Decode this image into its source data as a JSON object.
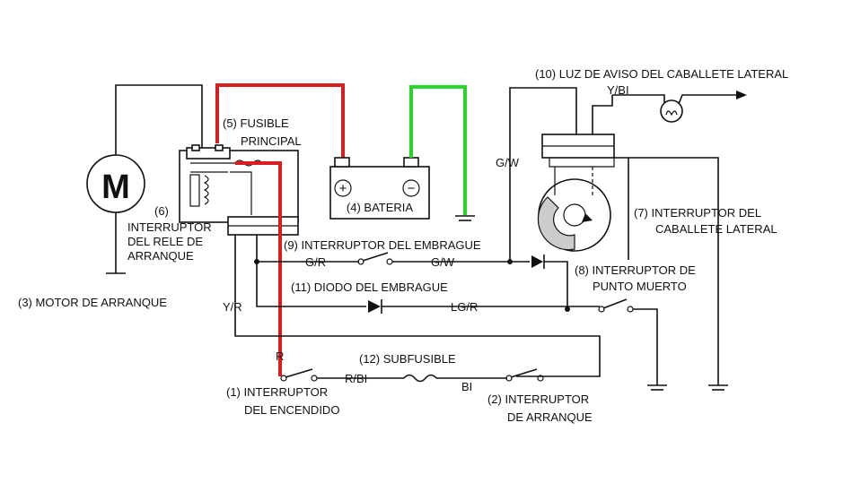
{
  "labels": {
    "motor_letter": "M",
    "motor": "(3) MOTOR DE ARRANQUE",
    "relay_1": "(6)",
    "relay_2": "INTERRUPTOR",
    "relay_3": "DEL RELE DE",
    "relay_4": "ARRANQUE",
    "fuse_1": "(5) FUSIBLE",
    "fuse_2": "PRINCIPAL",
    "battery": "(4) BATERIA",
    "battery_plus": "+",
    "battery_minus": "−",
    "clutch_switch": "(9) INTERRUPTOR DEL EMBRAGUE",
    "clutch_diode": "(11) DIODO DEL EMBRAGUE",
    "subfuse": "(12) SUBFUSIBLE",
    "ignition_1": "(1) INTERRUPTOR",
    "ignition_2": "DEL ENCENDIDO",
    "starter_sw_1": "(2) INTERRUPTOR",
    "starter_sw_2": "DE ARRANQUE",
    "warning_light": "(10) LUZ DE AVISO DEL CABALLETE LATERAL",
    "sidestand_1": "(7) INTERRUPTOR DEL",
    "sidestand_2": "CABALLETE LATERAL",
    "neutral_1": "(8) INTERRUPTOR DE",
    "neutral_2": "PUNTO MUERTO"
  },
  "wires": {
    "g_r": "G/R",
    "g_w_left": "G/W",
    "g_w_vertical": "G/W",
    "y_bl": "Y/BI",
    "lg_r": "LG/R",
    "y_r": "Y/R",
    "r": "R",
    "r_bl": "R/BI",
    "bl": "BI"
  },
  "colors": {
    "main_fuse_wire": "#d81e1e",
    "battery_ground_wire": "#27d42a"
  }
}
